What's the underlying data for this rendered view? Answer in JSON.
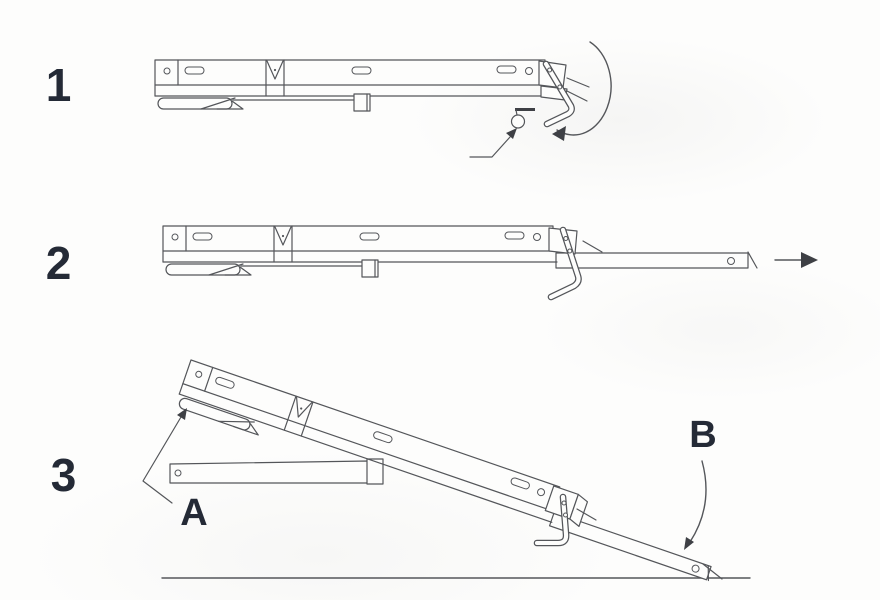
{
  "page": {
    "background_color": "#fdfdfc",
    "line_color": "#54565a",
    "ink_color": "#242a36"
  },
  "diagram": {
    "kind": "assembly-instruction-steps",
    "steps": [
      {
        "number": "1"
      },
      {
        "number": "2"
      },
      {
        "number": "3"
      }
    ],
    "callouts": {
      "a": "A",
      "b": "B"
    },
    "icons": {
      "rotate_arrow": "clockwise-arc-arrow",
      "pull_arrow": "solid-right-arrow",
      "pin_pointer": "leader-arrow",
      "callout_a_pointer": "leader-arrow",
      "callout_b_pointer": "curved-leader-arrow"
    }
  }
}
